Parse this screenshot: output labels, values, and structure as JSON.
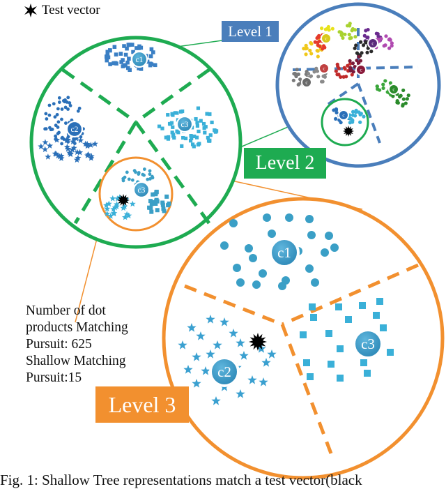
{
  "legend": {
    "marker": "star",
    "label": "Test vector"
  },
  "levels": {
    "level1": "Level 1",
    "level2": "Level 2",
    "level3": "Level 3"
  },
  "centroid_labels": {
    "level2": [
      "c1",
      "c2",
      "c3"
    ],
    "level3": [
      "c1",
      "c2",
      "c3"
    ]
  },
  "dot_products": {
    "line1": "Number of dot",
    "line2": "products Matching",
    "line3": "Pursuit:  625",
    "line4": "Shallow Matching",
    "line5": "Pursuit:15"
  },
  "caption": "Fig. 1: Shallow Tree representations match a test vector(black",
  "colors": {
    "level1": "#4a7ebb",
    "level2": "#1eab51",
    "level3": "#f2902f",
    "cluster1": "#3a8fc6",
    "cluster2": "#2a6fb8",
    "cluster3": "#3ab0d8",
    "test_vector": "#000000"
  }
}
